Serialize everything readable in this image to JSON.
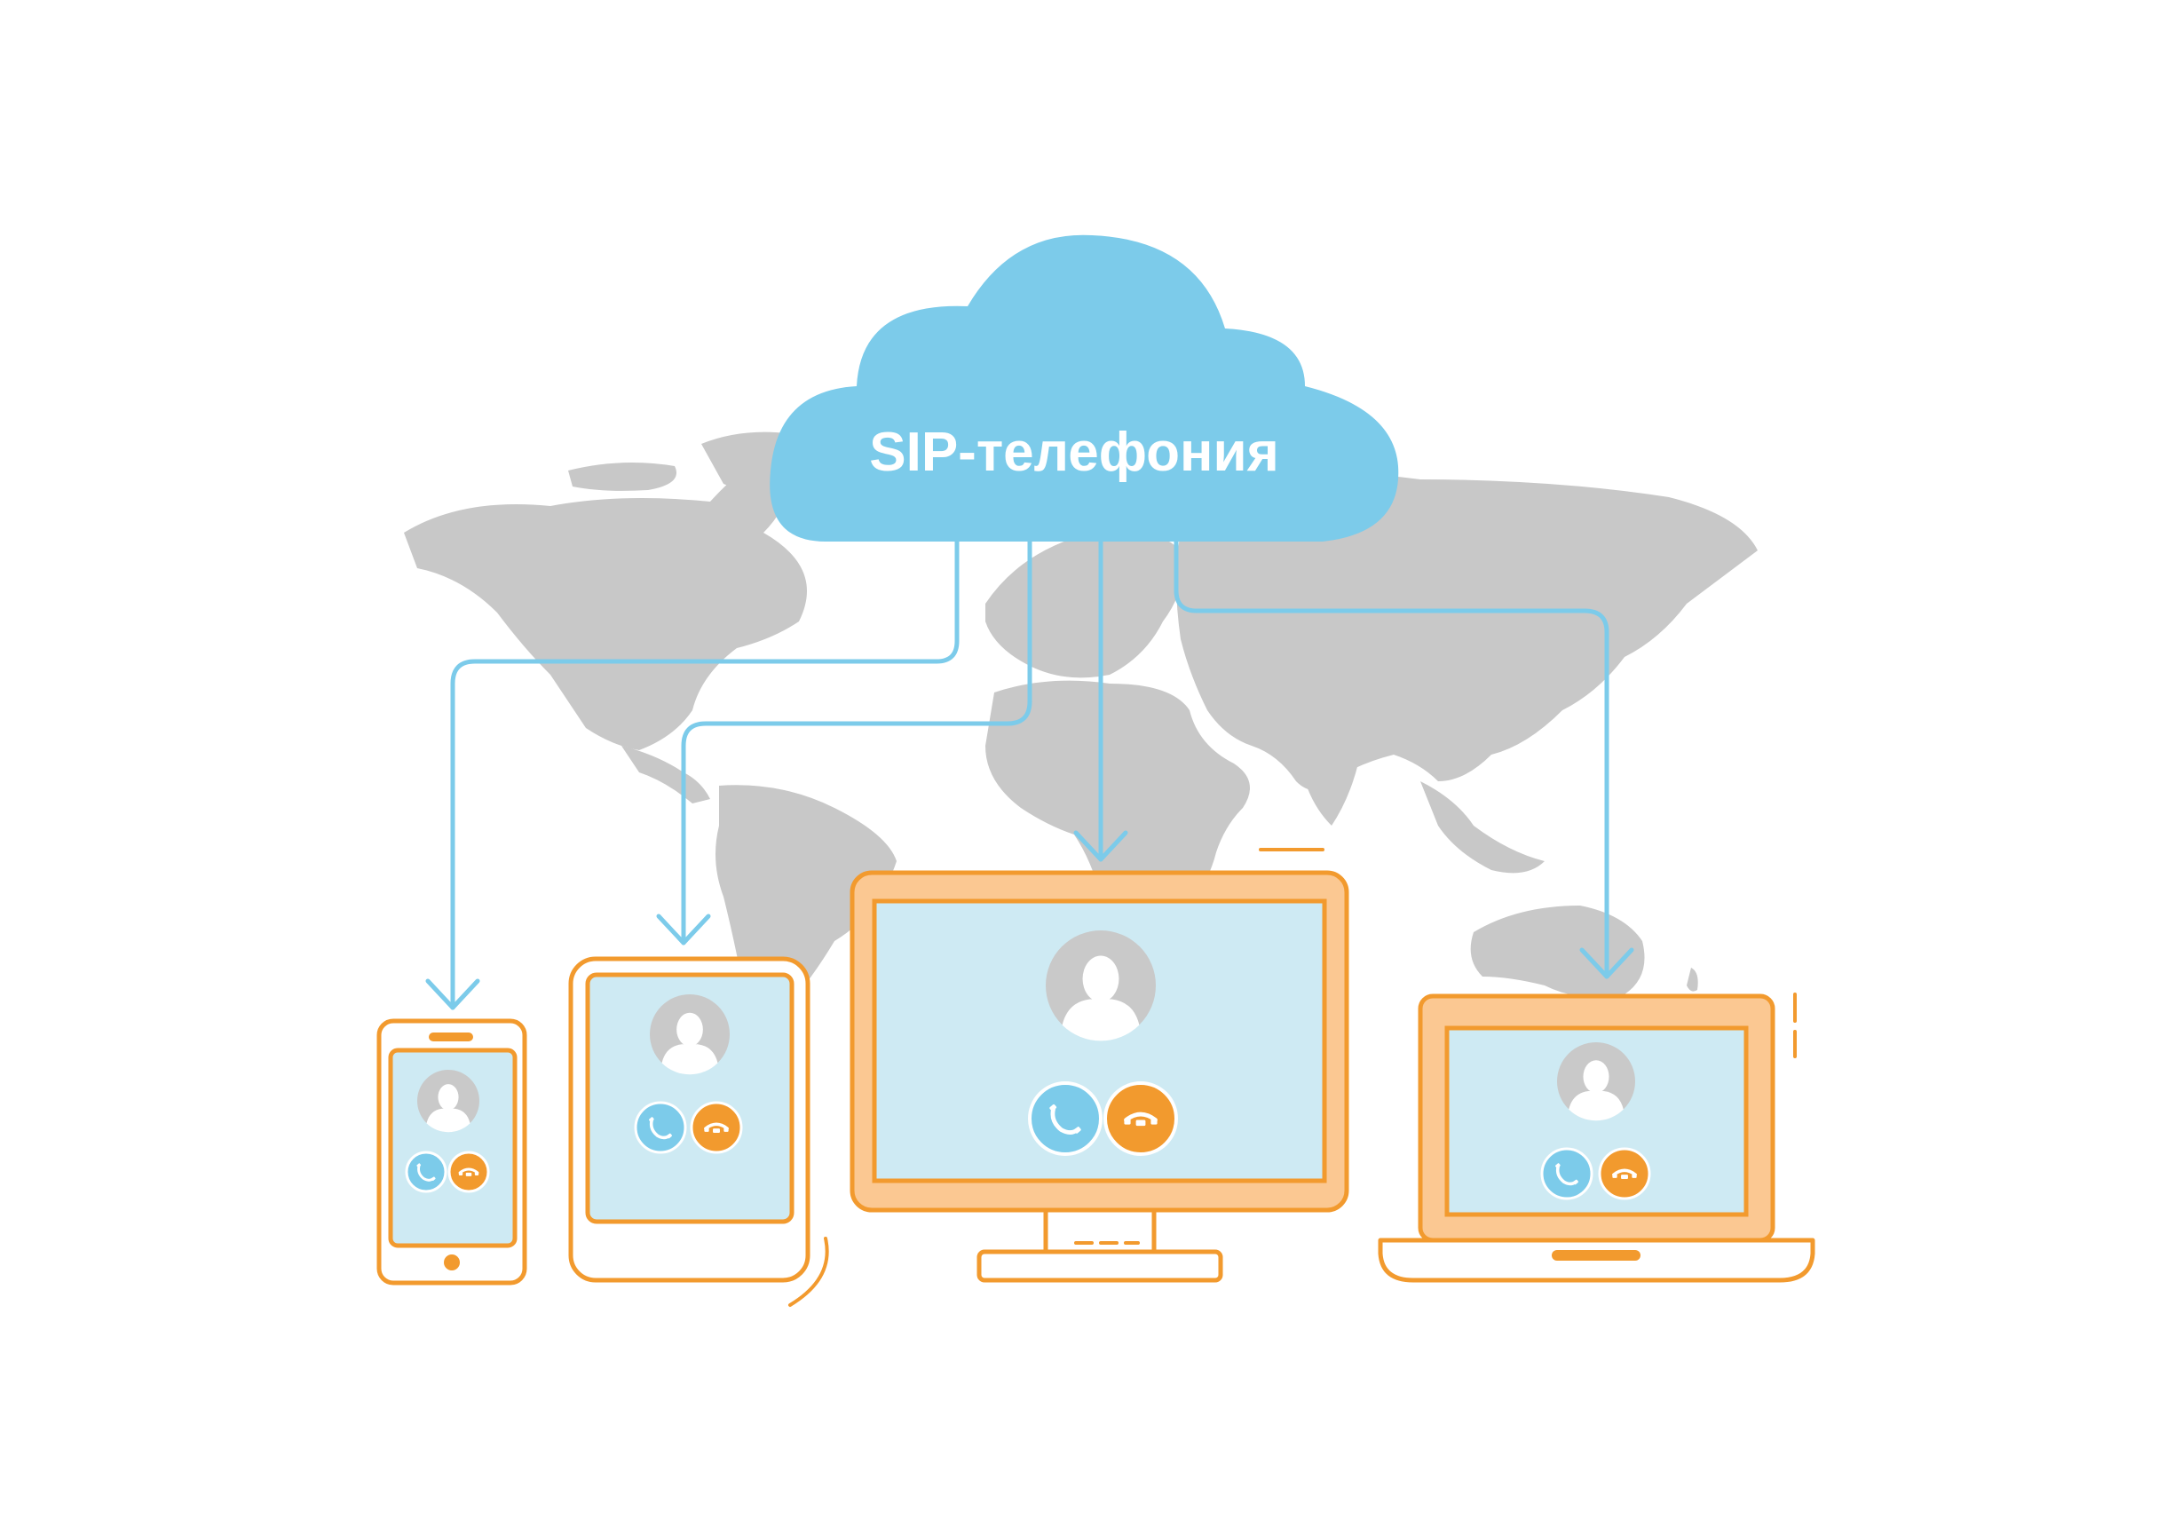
{
  "cloud": {
    "label": "SIP-телефония"
  },
  "devices": [
    {
      "kind": "smartphone",
      "avatar": "user-avatar-icon",
      "accept": "phone-accept-icon",
      "decline": "phone-decline-icon"
    },
    {
      "kind": "tablet",
      "avatar": "user-avatar-icon",
      "accept": "phone-accept-icon",
      "decline": "phone-decline-icon"
    },
    {
      "kind": "monitor",
      "avatar": "user-avatar-icon",
      "accept": "phone-accept-icon",
      "decline": "phone-decline-icon"
    },
    {
      "kind": "laptop",
      "avatar": "user-avatar-icon",
      "accept": "phone-accept-icon",
      "decline": "phone-decline-icon"
    }
  ],
  "colors": {
    "cloud": "#7ccbea",
    "connector": "#7ccbea",
    "map": "#c8c8c8",
    "device_outline": "#f29a2e",
    "device_frame_fill": "#fbc892",
    "screen": "#ceeaf3",
    "avatar": "#c9c9c9",
    "accept": "#7ccbea",
    "decline": "#f29a2e"
  }
}
